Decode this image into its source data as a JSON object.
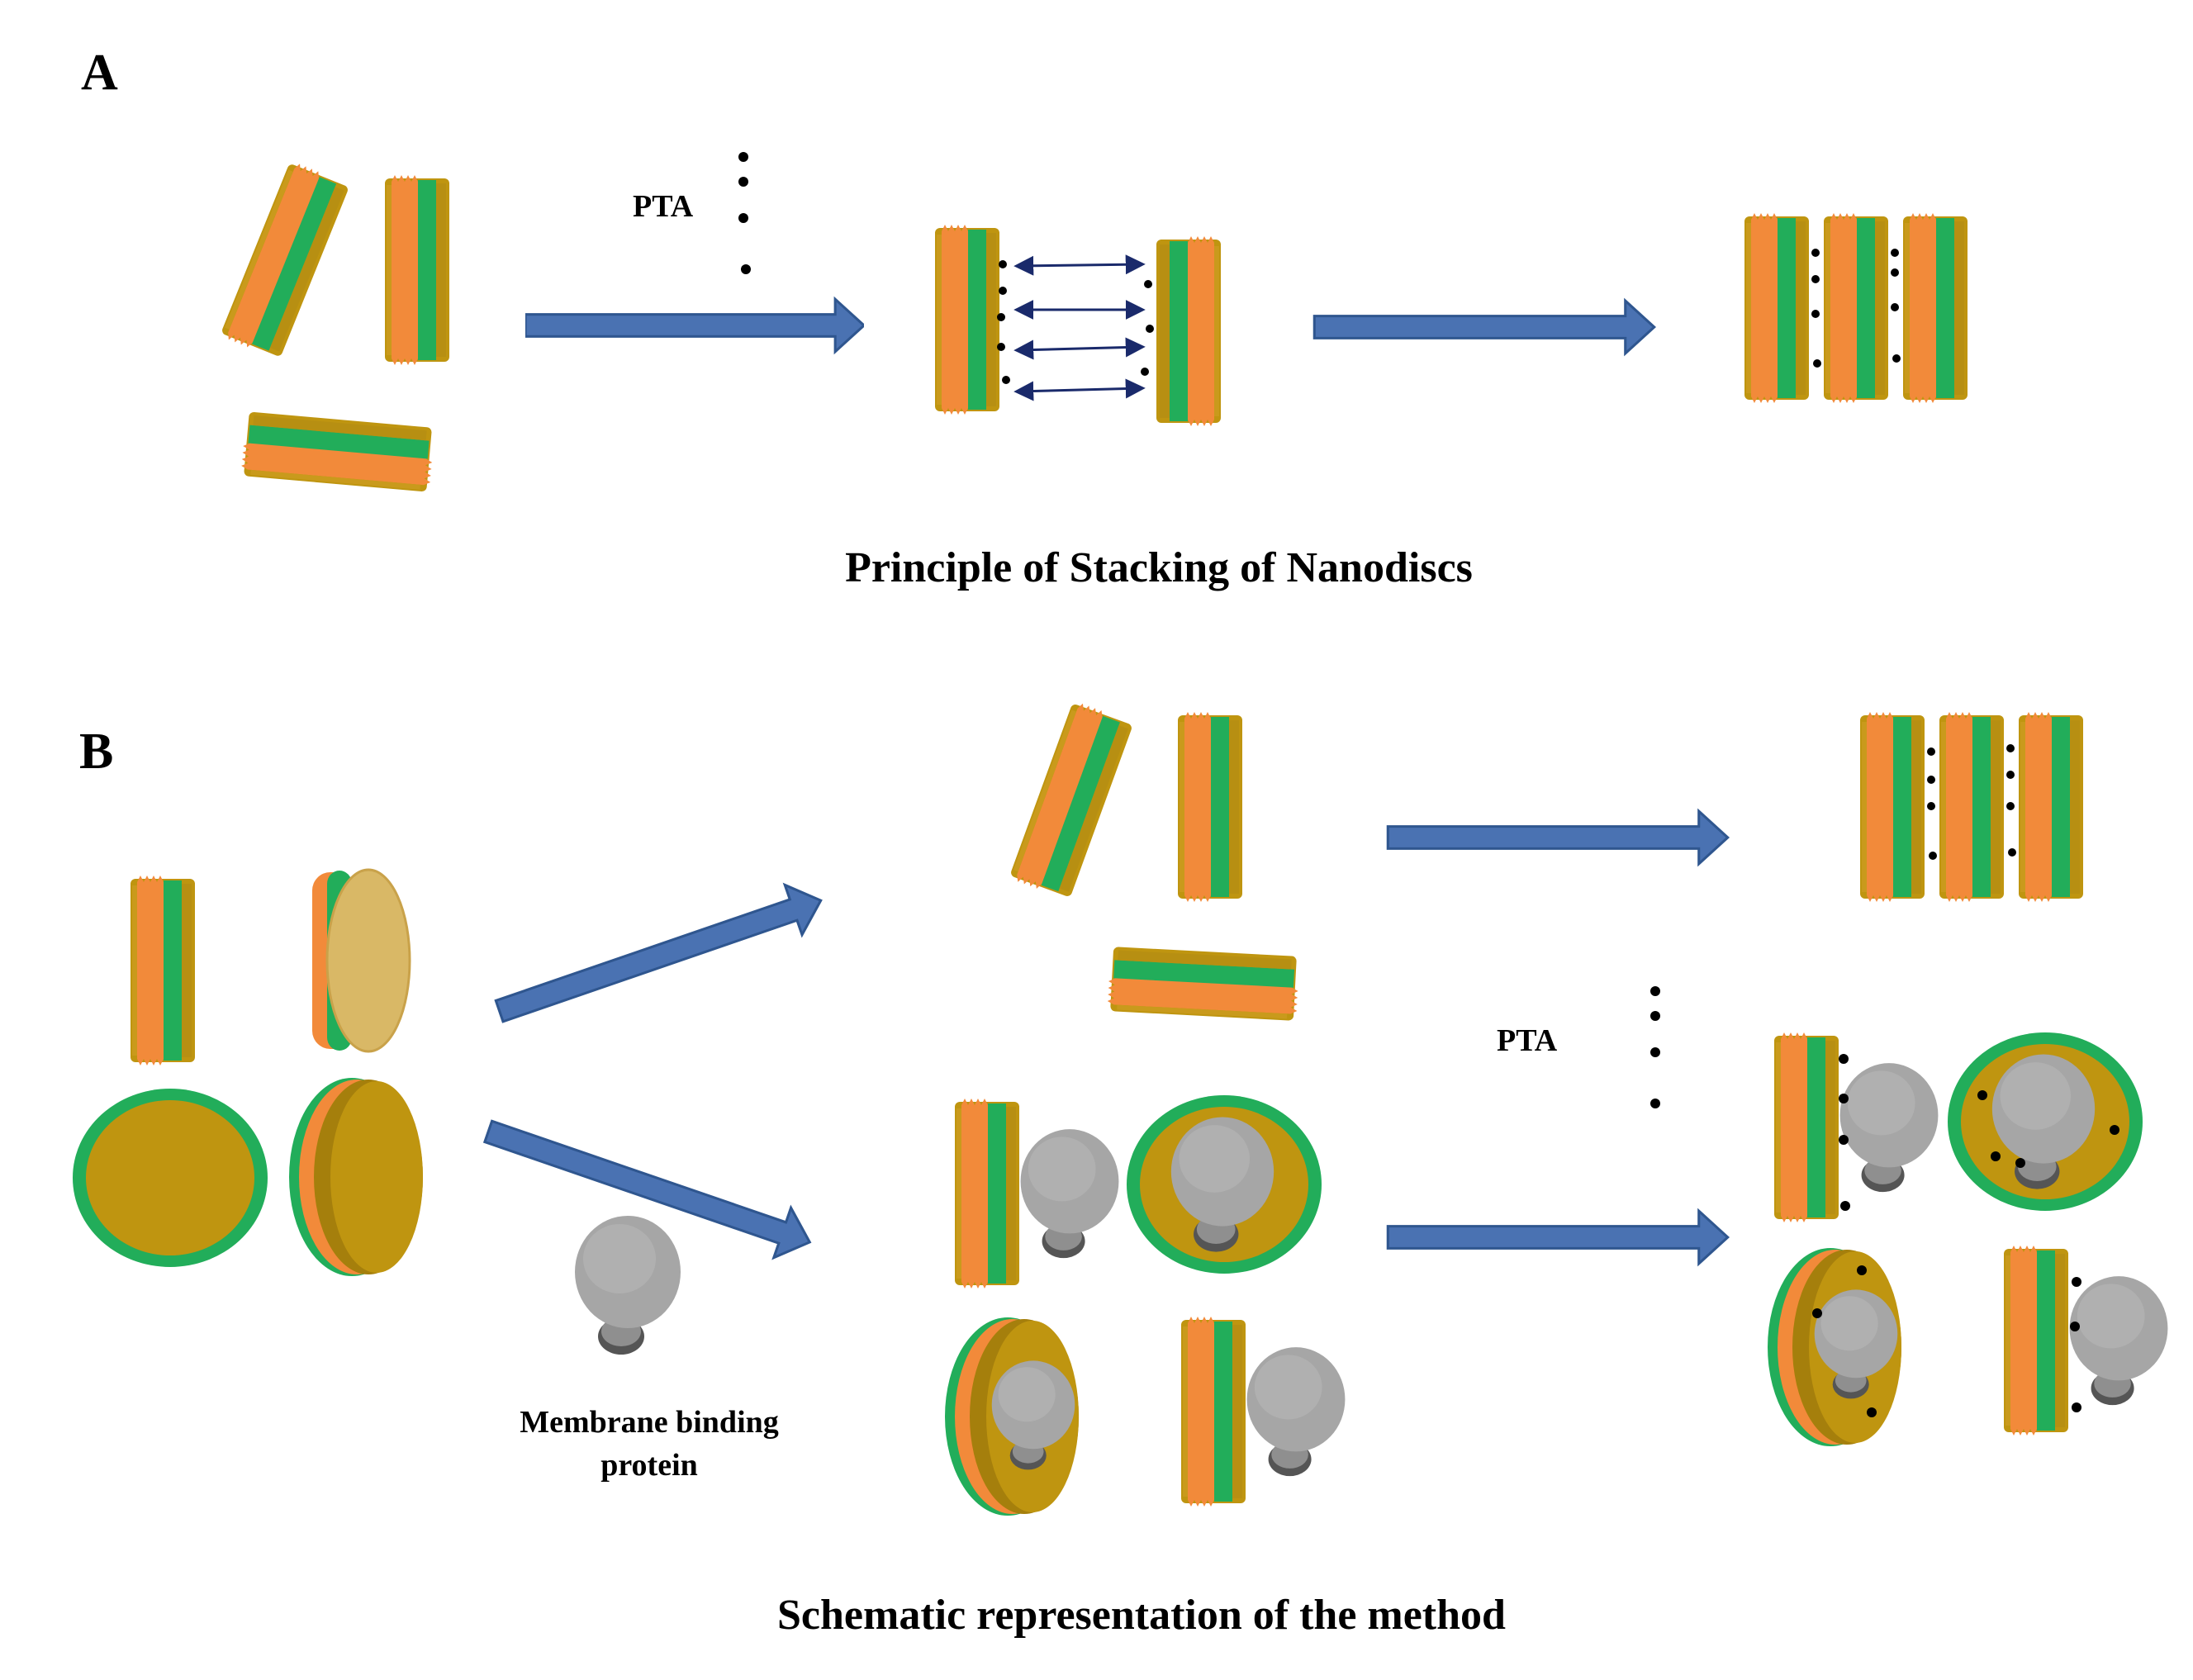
{
  "panel_a": {
    "letter": "A",
    "caption": "Principle of Stacking of Nanodiscs",
    "reagent_label": "PTA"
  },
  "panel_b": {
    "letter": "B",
    "caption": "Schematic representation of the method",
    "reagent_label": "PTA",
    "protein_label_line1": "Membrane binding",
    "protein_label_line2": "protein"
  },
  "colors": {
    "orange": "#f28a3a",
    "green": "#22ad5a",
    "olive": "#bf9510",
    "arrow_fill": "#4a72b2",
    "arrow_edge": "#2f568f",
    "protein": "#a6a6a6",
    "protein_dark": "#555555",
    "pta_dot": "#000000"
  }
}
